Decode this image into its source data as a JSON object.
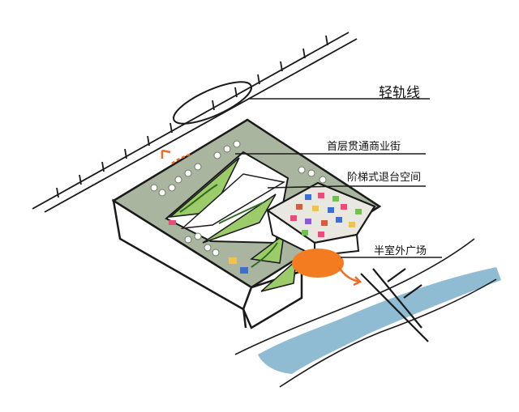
{
  "labels": {
    "light_rail": "轻轨线",
    "ground_floor_street": "首层贯通商业街",
    "stepped_terrace": "阶梯式退台空间",
    "sunken_plaza": "半室外广场"
  },
  "colors": {
    "roof_green": "#aab5a0",
    "terrace_green": "#9ccc6a",
    "plaza_orange": "#f47c20",
    "river_blue": "#8fbcd3",
    "arrow_orange": "#f26b21",
    "ink": "#1a1a1a"
  }
}
